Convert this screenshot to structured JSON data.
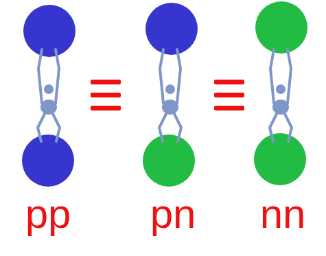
{
  "diagram": {
    "labels": [
      "pp",
      "pn",
      "nn"
    ]
  }
}
